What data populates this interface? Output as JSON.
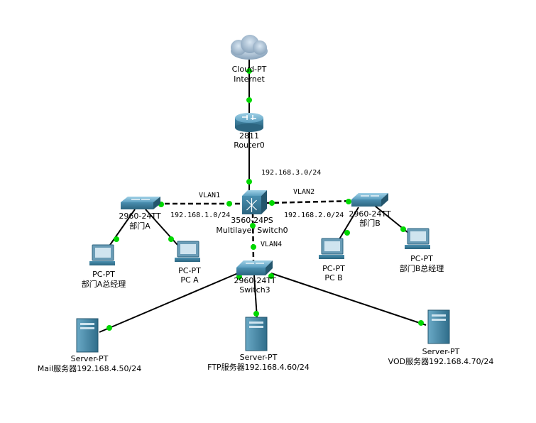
{
  "nodes": {
    "cloud": {
      "model": "Cloud-PT",
      "name": "Internet"
    },
    "router": {
      "model": "2811",
      "name": "Router0"
    },
    "core": {
      "model": "3560-24PS",
      "name": "Multilayer Switch0"
    },
    "swA": {
      "model": "2960-24TT",
      "name": "部门A"
    },
    "swB": {
      "model": "2960-24TT",
      "name": "部门B"
    },
    "sw3": {
      "model": "2960-24TT",
      "name": "Switch3"
    },
    "pcAmgr": {
      "model": "PC-PT",
      "name": "部门A总经理"
    },
    "pcA": {
      "model": "PC-PT",
      "name": "PC A"
    },
    "pcB": {
      "model": "PC-PT",
      "name": "PC B"
    },
    "pcBmgr": {
      "model": "PC-PT",
      "name": "部门B总经理"
    },
    "srvMail": {
      "model": "Server-PT",
      "name": "Mail服务器192.168.4.50/24"
    },
    "srvFtp": {
      "model": "Server-PT",
      "name": "FTP服务器192.168.4.60/24"
    },
    "srvVod": {
      "model": "Server-PT",
      "name": "VOD服务器192.168.4.70/24"
    }
  },
  "links": {
    "router_core_net": "192.168.3.0/24",
    "vlan1": "VLAN1",
    "vlan1_net": "192.168.1.0/24",
    "vlan2": "VLAN2",
    "vlan2_net": "192.168.2.0/24",
    "vlan4": "VLAN4"
  },
  "colors": {
    "port": "#00d800",
    "device": "#4a8fb0",
    "cable": "#000000"
  }
}
